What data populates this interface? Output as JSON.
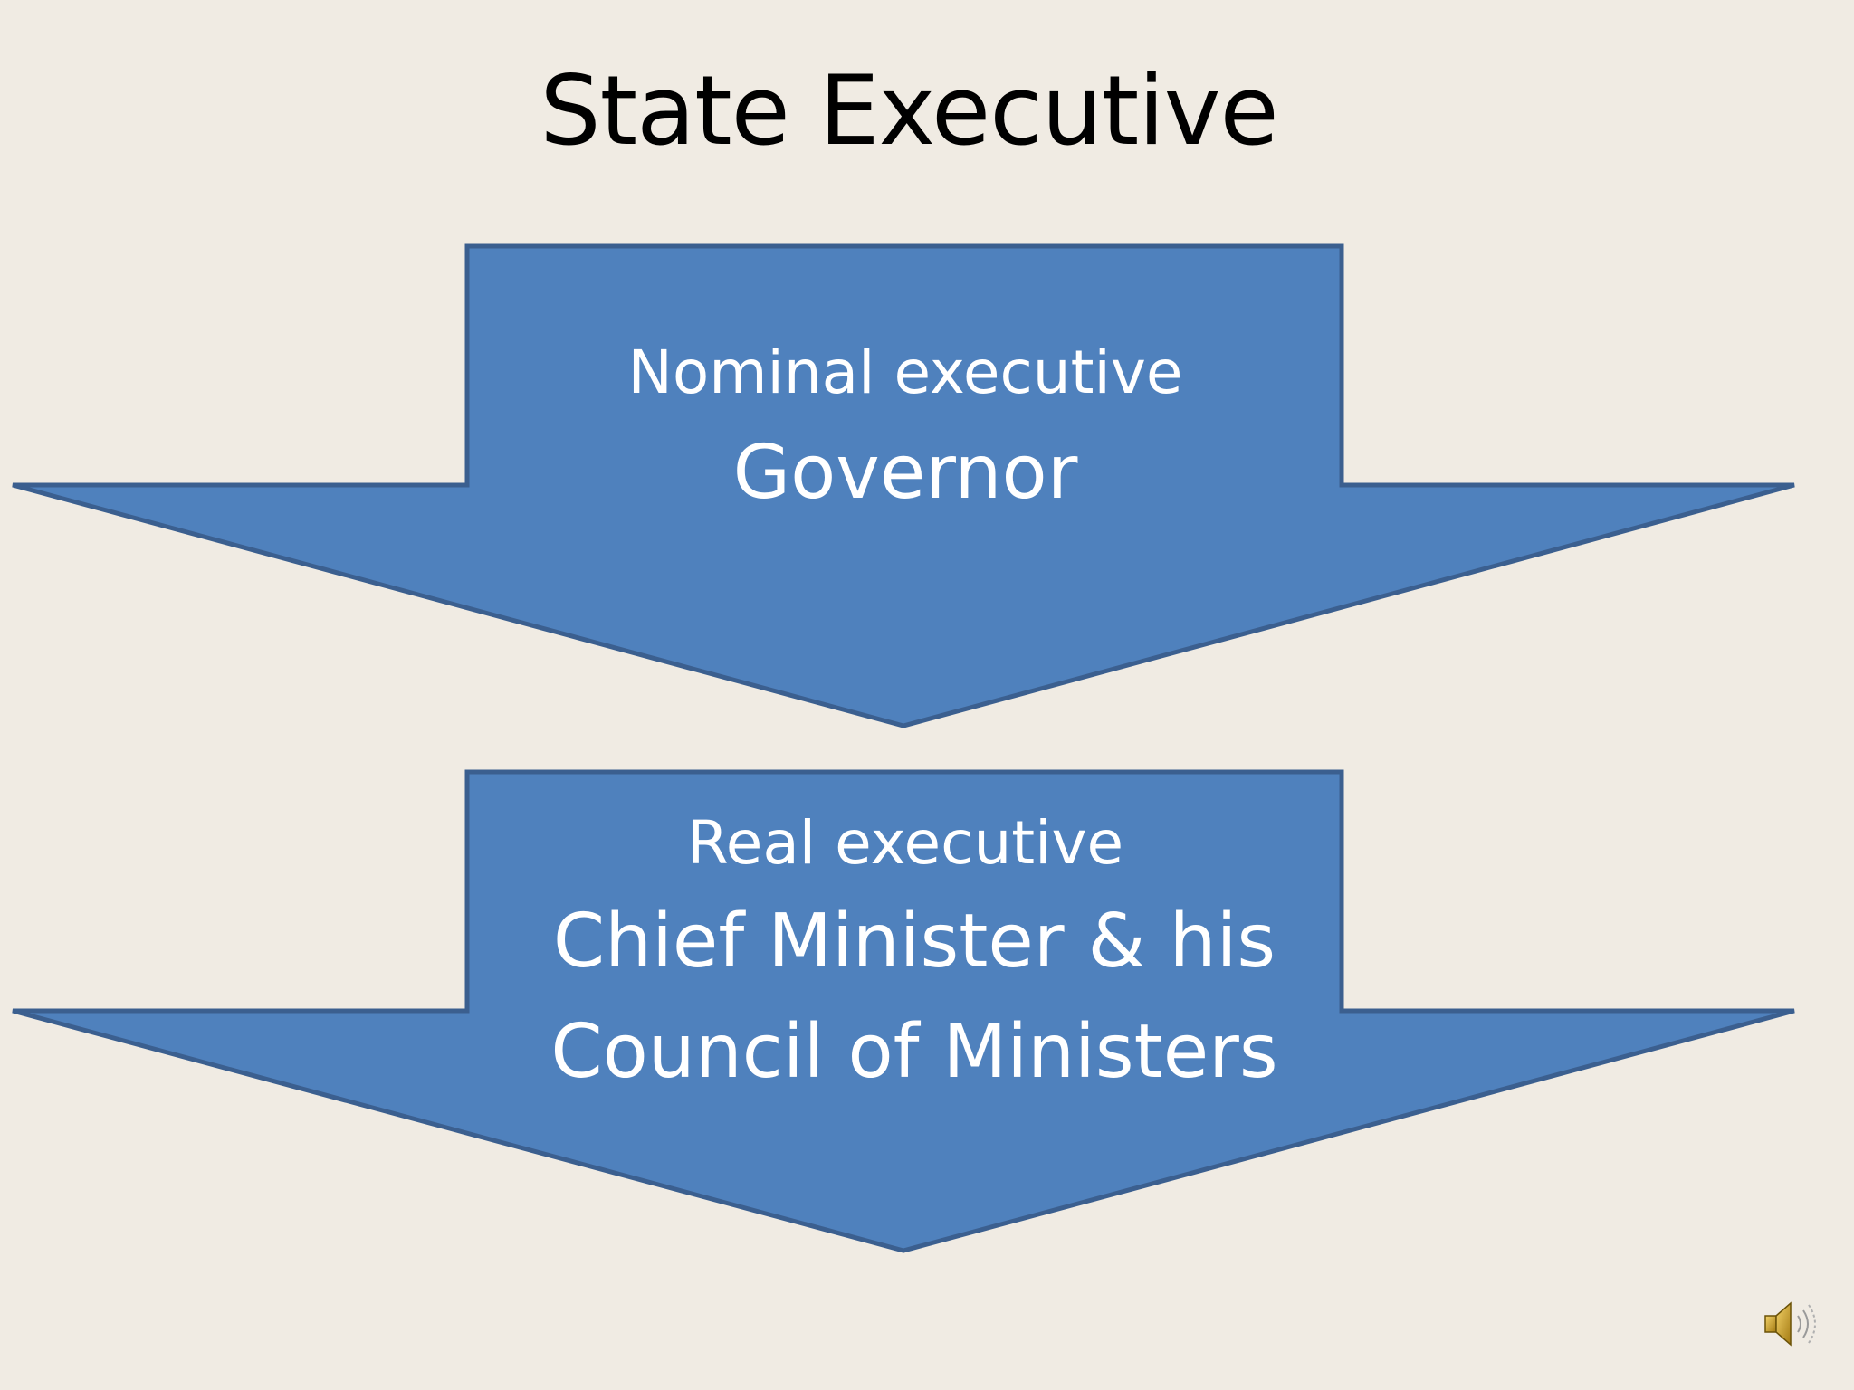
{
  "slide": {
    "title": "State Executive",
    "background": "#f0ebe3"
  },
  "arrows": [
    {
      "label_small": "Nominal executive",
      "label_big": "Governor",
      "fill": "#4f81bd",
      "stroke": "#3b5f8f"
    },
    {
      "label_small": "Real executive",
      "label_big": "Chief Minister & his Council of Ministers",
      "fill": "#4f81bd",
      "stroke": "#3b5f8f"
    }
  ],
  "audio": {
    "icon": "speaker-icon"
  }
}
